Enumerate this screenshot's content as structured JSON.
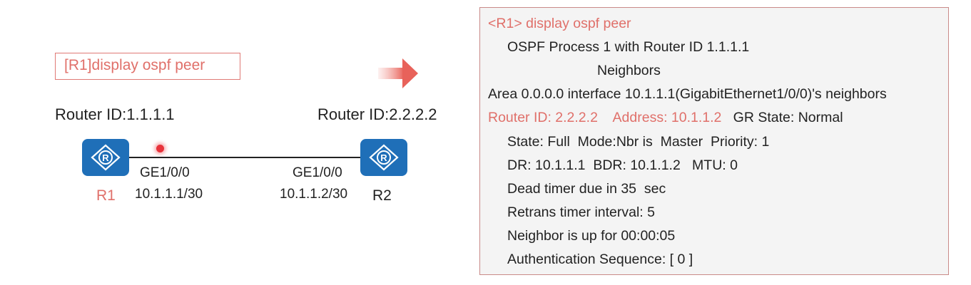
{
  "command": "[R1]display ospf peer",
  "topology": {
    "r1": {
      "router_id": "Router ID:1.1.1.1",
      "name": "R1",
      "interface": "GE1/0/0",
      "ip": "10.1.1.1/30"
    },
    "r2": {
      "router_id": "Router ID:2.2.2.2",
      "name": "R2",
      "interface": "GE1/0/0",
      "ip": "10.1.1.2/30"
    },
    "router_icon_glyph": "R"
  },
  "colors": {
    "accent_red": "#e0706a",
    "router_blue": "#1f6fb8",
    "output_bg": "#f4f4f4"
  },
  "output": {
    "prompt": "<R1> display ospf peer",
    "process": "OSPF Process 1 with Router ID 1.1.1.1",
    "neighbors_heading": "Neighbors",
    "area": "Area 0.0.0.0 interface 10.1.1.1(GigabitEthernet1/0/0)'s neighbors",
    "router_id": "Router ID: 2.2.2.2",
    "address": "Address: 10.1.1.2",
    "gr_state": "GR State: Normal",
    "state": "State: Full  Mode:Nbr is  Master  Priority: 1",
    "dr": "DR: 10.1.1.1  BDR: 10.1.1.2   MTU: 0",
    "dead_timer": "Dead timer due in 35  sec",
    "retrans": "Retrans timer interval: 5",
    "uptime": "Neighbor is up for 00:00:05",
    "auth": "Authentication Sequence: [ 0 ]"
  }
}
